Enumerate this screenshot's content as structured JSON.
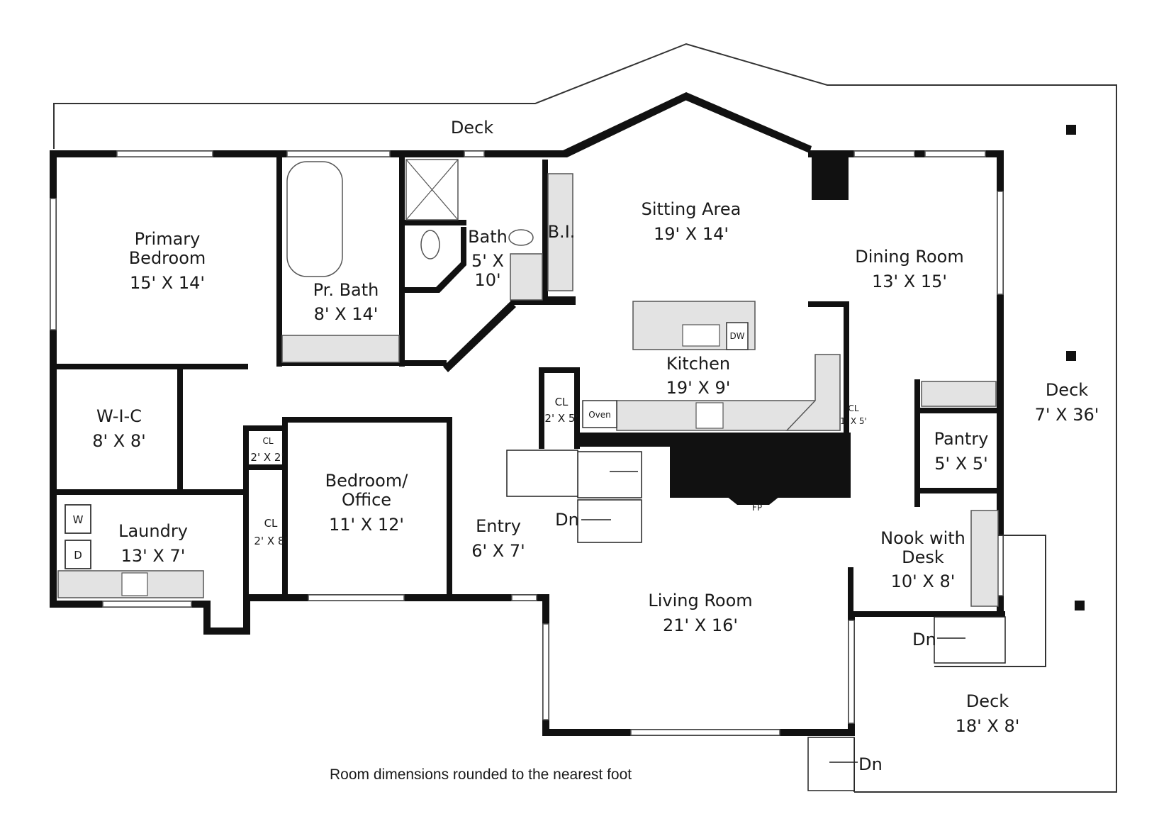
{
  "rooms": {
    "deck_top": {
      "name": "Deck"
    },
    "sitting": {
      "name": "Sitting Area",
      "dims": "19' X 14'"
    },
    "primary_bedroom": {
      "name_1": "Primary",
      "name_2": "Bedroom",
      "dims": "15' X 14'"
    },
    "pr_bath": {
      "name": "Pr. Bath",
      "dims": "8' X 14'"
    },
    "bath": {
      "name": "Bath",
      "dims_1": "5' X",
      "dims_2": "10'"
    },
    "bi": {
      "name": "B.I."
    },
    "dining": {
      "name": "Dining Room",
      "dims": "13' X 15'"
    },
    "kitchen": {
      "name": "Kitchen",
      "dims": "19' X 9'"
    },
    "deck_right": {
      "name": "Deck",
      "dims": "7' X 36'"
    },
    "wic": {
      "name": "W-I-C",
      "dims": "8' X 8'"
    },
    "pantry": {
      "name": "Pantry",
      "dims": "5' X 5'"
    },
    "bedroom_office": {
      "name_1": "Bedroom/",
      "name_2": "Office",
      "dims": "11' X 12'"
    },
    "entry": {
      "name": "Entry",
      "dims": "6' X 7'"
    },
    "laundry": {
      "name": "Laundry",
      "dims": "13' X 7'"
    },
    "nook": {
      "name_1": "Nook with",
      "name_2": "Desk",
      "dims": "10' X 8'"
    },
    "living": {
      "name": "Living Room",
      "dims": "21' X 16'"
    },
    "deck_bottom": {
      "name": "Deck",
      "dims": "18' X 8'"
    }
  },
  "closets": {
    "kitchen_cl_left": {
      "name": "CL",
      "dims": "2' X 5'"
    },
    "kitchen_cl_right": {
      "name": "CL",
      "dims": "1' X 5'"
    },
    "hall_cl_small": {
      "name": "CL",
      "dims": "2' X 2'"
    },
    "hall_cl": {
      "name": "CL",
      "dims": "2' X 8'"
    }
  },
  "fixtures": {
    "oven": "Oven",
    "dishwasher": "DW",
    "fireplace": "FP",
    "washer": "W",
    "dryer": "D"
  },
  "stairs": {
    "down_center": "Dn",
    "down_nook": "Dn",
    "down_deck": "Dn"
  },
  "note": "Room dimensions rounded to the nearest foot"
}
